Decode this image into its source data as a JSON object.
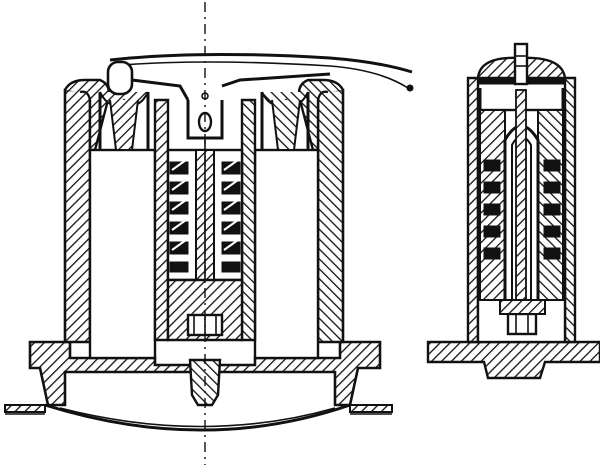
{
  "figure": {
    "style": "black-and-white engraved line drawing",
    "views": [
      "main-cross-section",
      "side-cross-section"
    ],
    "colors": {
      "ink": "#111111",
      "paper": "#ffffff"
    }
  }
}
